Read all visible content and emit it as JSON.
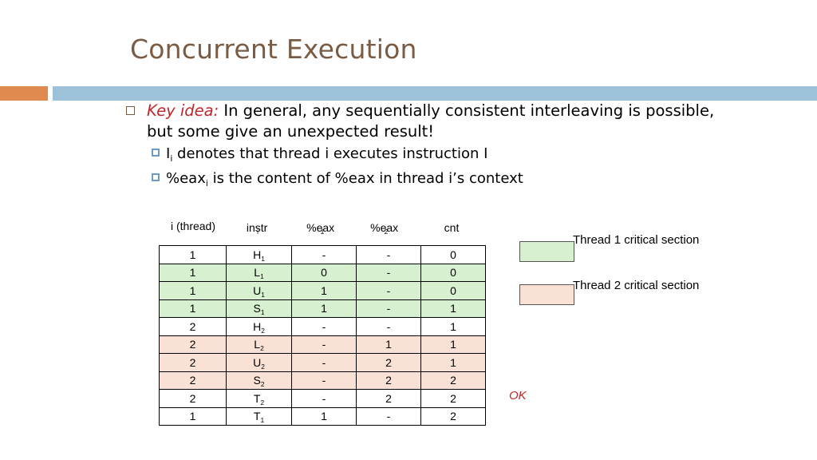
{
  "slide": {
    "title": "Concurrent Execution",
    "bullet": {
      "key_label": "Key idea:",
      "text": "In general, any sequentially consistent interleaving is possible, but some give an unexpected result!"
    },
    "sub_bullets": [
      {
        "prefix": "I",
        "sub": "i",
        "text": "denotes that thread i executes instruction I"
      },
      {
        "prefix": "%eax",
        "sub": "i",
        "text": "is the content of %eax in thread i’s context"
      }
    ]
  },
  "table": {
    "headers": [
      {
        "text": "i (thread)",
        "sub": ""
      },
      {
        "text": "instr",
        "sub": "i"
      },
      {
        "text": "%eax",
        "sub": "1"
      },
      {
        "text": "%eax",
        "sub": "2"
      },
      {
        "text": "cnt",
        "sub": ""
      }
    ],
    "rows": [
      {
        "thread": "1",
        "instr": "H",
        "instr_sub": "1",
        "eax1": "-",
        "eax2": "-",
        "cnt": "0",
        "highlight": "none"
      },
      {
        "thread": "1",
        "instr": "L",
        "instr_sub": "1",
        "eax1": "0",
        "eax2": "-",
        "cnt": "0",
        "highlight": "t1"
      },
      {
        "thread": "1",
        "instr": "U",
        "instr_sub": "1",
        "eax1": "1",
        "eax2": "-",
        "cnt": "0",
        "highlight": "t1"
      },
      {
        "thread": "1",
        "instr": "S",
        "instr_sub": "1",
        "eax1": "1",
        "eax2": "-",
        "cnt": "1",
        "highlight": "t1"
      },
      {
        "thread": "2",
        "instr": "H",
        "instr_sub": "2",
        "eax1": "-",
        "eax2": "-",
        "cnt": "1",
        "highlight": "none"
      },
      {
        "thread": "2",
        "instr": "L",
        "instr_sub": "2",
        "eax1": "-",
        "eax2": "1",
        "cnt": "1",
        "highlight": "t2"
      },
      {
        "thread": "2",
        "instr": "U",
        "instr_sub": "2",
        "eax1": "-",
        "eax2": "2",
        "cnt": "1",
        "highlight": "t2"
      },
      {
        "thread": "2",
        "instr": "S",
        "instr_sub": "2",
        "eax1": "-",
        "eax2": "2",
        "cnt": "2",
        "highlight": "t2"
      },
      {
        "thread": "2",
        "instr": "T",
        "instr_sub": "2",
        "eax1": "-",
        "eax2": "2",
        "cnt": "2",
        "highlight": "none"
      },
      {
        "thread": "1",
        "instr": "T",
        "instr_sub": "1",
        "eax1": "1",
        "eax2": "-",
        "cnt": "2",
        "highlight": "none"
      }
    ]
  },
  "legend": [
    {
      "label": "Thread 1 critical section",
      "color": "#d7f0cf"
    },
    {
      "label": "Thread 2 critical section",
      "color": "#f9e2d5"
    }
  ],
  "status": {
    "ok_label": "OK"
  },
  "colors": {
    "title": "#7a5c45",
    "accent_orange": "#e08a4f",
    "accent_blue": "#9ec1da",
    "key_red": "#c0272d",
    "thread1_fill": "#d7f0cf",
    "thread2_fill": "#f9e2d5"
  }
}
